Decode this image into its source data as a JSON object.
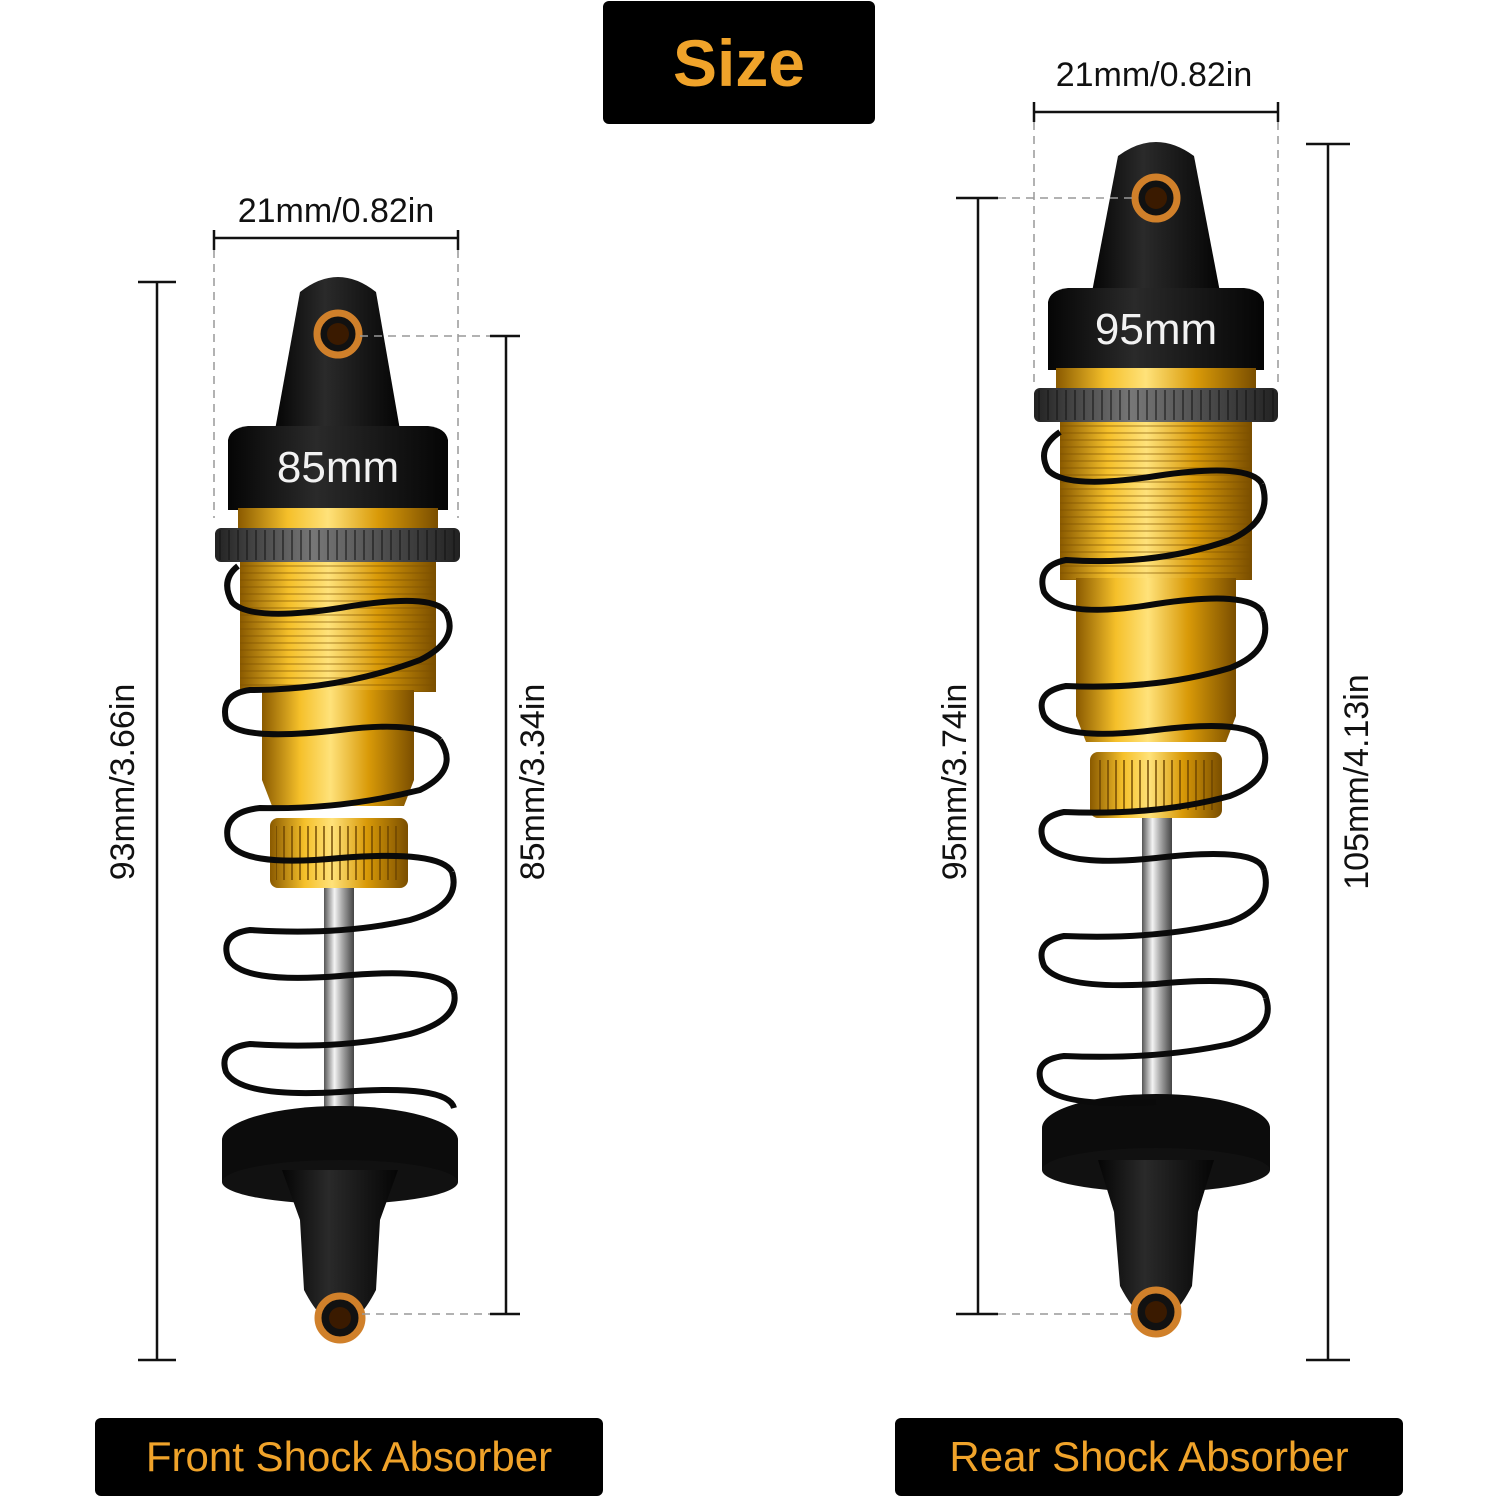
{
  "title": "Size",
  "front": {
    "label": "Front Shock Absorber",
    "cap_text": "85mm",
    "width_text": "21mm/0.82in",
    "total_length_text": "93mm/3.66in",
    "eye_to_eye_text": "85mm/3.34in"
  },
  "rear": {
    "label": "Rear Shock Absorber",
    "cap_text": "95mm",
    "width_text": "21mm/0.82in",
    "eye_to_eye_text": "95mm/3.74in",
    "total_length_text": "105mm/4.13in"
  },
  "colors": {
    "gold": "#e8a70c",
    "title_text": "#f0a32a",
    "black": "#000000"
  }
}
